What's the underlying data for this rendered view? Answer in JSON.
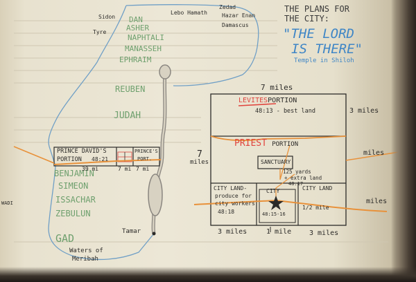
{
  "heading": {
    "line1": "THE PLANS FOR",
    "line2": "THE CITY:",
    "name_line1": "\"THE LORD",
    "name_line2": "IS THERE\"",
    "subtitle": "Temple in Shiloh"
  },
  "places": {
    "sidon": "Sidon",
    "tyre": "Tyre",
    "lebo_hamath": "Lebo Hamath",
    "zedad": "Zedad",
    "hazar_enan": "Hazar Enan",
    "damascus": "Damascus",
    "tamar": "Tamar",
    "waters_line1": "Waters of",
    "waters_line2": "Meribah",
    "wadi": "WADI"
  },
  "tribes": {
    "dan": "DAN",
    "asher": "ASHER",
    "naphtali": "NAPHTALI",
    "manasseh": "MANASSEH",
    "ephraim": "EPHRAIM",
    "reuben": "REUBEN",
    "judah": "JUDAH",
    "benjamin": "BENJAMIN",
    "simeon": "SIMEON",
    "issachar": "ISSACHAR",
    "zebulun": "ZEBULUN",
    "gad": "GAD"
  },
  "strip": {
    "prince_line1": "PRINCE DAVID'S",
    "prince_line2": "PORTION",
    "prince_ref": "48:21",
    "princes_line1": "PRINCE'S",
    "princes_line2": "PORT.",
    "dist_left": "39 mi",
    "dist_mid": "7 mi",
    "dist_right": "7 mi"
  },
  "plan": {
    "top_width": "7 miles",
    "levites": "LEVITES",
    "levites_suffix": "PORTION",
    "levites_ref": "48:13 - best land",
    "right_3miles": "3 miles",
    "left_7": "7",
    "left_miles": "miles",
    "priest": "PRIEST",
    "priest_suffix": "PORTION",
    "right_miles": "miles",
    "sanctuary": "SANCTUARY",
    "sanct_note_line1": "125 yards",
    "sanct_note_line2": "+ extra land",
    "sanct_note_line3": "48:17",
    "city_land_left_line1": "CITY LAND-",
    "city_land_left_line2": "produce for",
    "city_land_left_line3": "city workers",
    "city_land_left_line4": "48:18",
    "city": "CITY",
    "city_ref": "48:15-16",
    "city_land_right": "CITY LAND",
    "half_mile": "1/2 mile",
    "far_right_miles": "miles",
    "bottom_left": "3 miles",
    "bottom_mid": "1 mile",
    "bottom_right": "3 miles"
  },
  "colors": {
    "tribe_green": "#6fa06e",
    "heading_blue": "#3f86c6",
    "priest_red": "#e0443e",
    "orange": "#e8913a",
    "ink": "#2b2a28",
    "river_blue": "#6f9fc6"
  }
}
